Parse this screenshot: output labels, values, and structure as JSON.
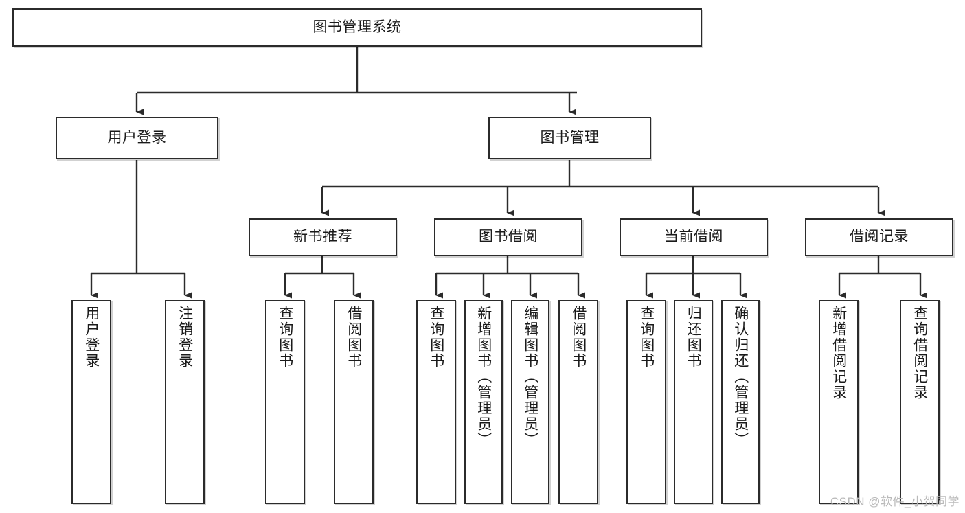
{
  "diagram": {
    "title": "图书管理系统",
    "type": "tree-structure-chart",
    "watermark": "CSDN @软件_小贺同学",
    "colors": {
      "node_border": "#2b2b2b",
      "node_fill": "#ffffff",
      "connector": "#2b2b2b",
      "text": "#1a1a1a",
      "watermark": "#b9b9b9",
      "background": "#ffffff"
    },
    "root": {
      "label": "图书管理系统"
    },
    "level2": [
      {
        "label": "用户登录"
      },
      {
        "label": "图书管理"
      }
    ],
    "level3": [
      {
        "label": "新书推荐"
      },
      {
        "label": "图书借阅"
      },
      {
        "label": "当前借阅"
      },
      {
        "label": "借阅记录"
      }
    ],
    "leaves": {
      "user_login": [
        {
          "label": "用户登录"
        },
        {
          "label": "注销登录"
        }
      ],
      "new_book_recommend": [
        {
          "label": "查询图书"
        },
        {
          "label": "借阅图书"
        }
      ],
      "book_borrow": [
        {
          "label": "查询图书"
        },
        {
          "label": "新增图书（管理员）"
        },
        {
          "label": "编辑图书（管理员）"
        },
        {
          "label": "借阅图书"
        }
      ],
      "current_borrow": [
        {
          "label": "查询图书"
        },
        {
          "label": "归还图书"
        },
        {
          "label": "确认归还（管理员）"
        }
      ],
      "borrow_record": [
        {
          "label": "新增借阅记录"
        },
        {
          "label": "查询借阅记录"
        }
      ]
    }
  }
}
